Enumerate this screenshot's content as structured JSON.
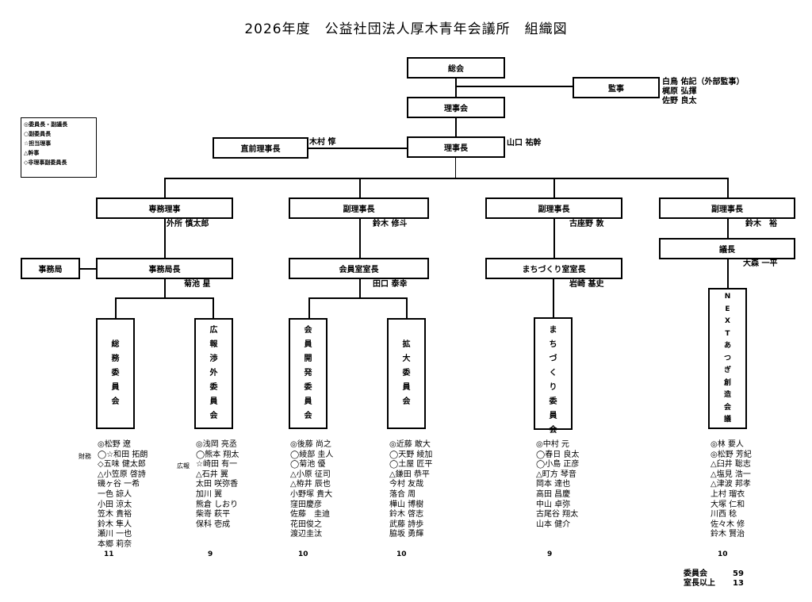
{
  "title": "2026年度　公益社団法人厚木青年会議所　組織図",
  "legend": {
    "items": [
      "◎委員長・副議長",
      "○副委員長",
      "☆担当理事",
      "△幹事",
      "◇非理事副委員長"
    ]
  },
  "top": {
    "general_assembly": "総会",
    "auditor": {
      "label": "監事",
      "names": [
        "白鳥 佑記（外部監事）",
        "梶原 弘揮",
        "佐野 良太"
      ]
    },
    "board": "理事会",
    "president": {
      "label": "理事長",
      "name": "山口 祐幹"
    },
    "past_president": {
      "label": "直前理事長",
      "name": "木村 惇"
    }
  },
  "branches": [
    {
      "label": "専務理事",
      "name": "外所 慎太郎",
      "sub": {
        "label": "事務局長",
        "name": "菊池 星",
        "side": "事務局"
      },
      "committees": [
        {
          "label": "総務委員会",
          "side_labels": {
            "1": "財務"
          },
          "members": [
            "◎松野 遼",
            "◯☆和田 拓朗",
            "◇五味 健太郎",
            "△小笠原 啓詩",
            "磯ヶ谷 一希",
            "一色 諒人",
            "小田 涼太",
            "笠木 貴裕",
            "鈴木 隼人",
            "瀬川 一也",
            "本郷 莉奈"
          ],
          "count": "11"
        },
        {
          "label": "広報渉外委員会",
          "side_labels": {
            "2": "広報"
          },
          "members": [
            "◎浅岡 亮丞",
            "◯熊本 翔太",
            "☆崎田 有一",
            "△石井 翼",
            "太田 咲弥香",
            "加川 翼",
            "熊倉 しおり",
            "柴嵜 萩平",
            "保科 壱成"
          ],
          "count": "9"
        }
      ]
    },
    {
      "label": "副理事長",
      "name": "鈴木 修斗",
      "sub": {
        "label": "会員室室長",
        "name": "田口 泰幸"
      },
      "committees": [
        {
          "label": "会員開発委員会",
          "members": [
            "◎後藤 尚之",
            "◯綾部 圭人",
            "◯菊池 優",
            "△小原 征司",
            "△栫井 辰也",
            "小野塚 貴大",
            "窪田慶彦",
            "佐藤　圭迪",
            "花田俊之",
            "渡辺圭汰"
          ],
          "count": "10"
        },
        {
          "label": "拡大委員会",
          "members": [
            "◎近藤 敢大",
            "◯天野 綾加",
            "◯土屋 匠平",
            "△鎌田 恭平",
            "今村 友哉",
            "落合 周",
            "樺山 博樹",
            "鈴木 啓志",
            "武藤 詩歩",
            "脇坂 勇輝"
          ],
          "count": "10"
        }
      ]
    },
    {
      "label": "副理事長",
      "name": "古座野 敦",
      "sub": {
        "label": "まちづくり室室長",
        "name": "岩崎 基史"
      },
      "committees": [
        {
          "label": "まちづくり委員会",
          "members": [
            "◎中村 元",
            "◯春日 良太",
            "◯小島 正彦",
            "△町方 琴音",
            "岡本 達也",
            "高田 昌慶",
            "中山 卓弥",
            "古尾谷 翔太",
            "山本 健介"
          ],
          "count": "9"
        }
      ]
    },
    {
      "label": "副理事長",
      "name": "鈴木　裕",
      "sub": {
        "label": "議長",
        "name": "大森 一平"
      },
      "committees": [
        {
          "label": "NEXTあつぎ創造会議",
          "members": [
            "◎林 要人",
            "◎松野 芳紀",
            "△臼井 聡志",
            "△塩見 浩一",
            "△津波 邦孝",
            "上村 瑠衣",
            "大塚 仁和",
            "川西 稔",
            "佐々木 修",
            "鈴木 賢治"
          ],
          "count": "10"
        }
      ]
    }
  ],
  "totals": [
    {
      "label": "委員会",
      "value": "59"
    },
    {
      "label": "室長以上",
      "value": "13"
    }
  ]
}
